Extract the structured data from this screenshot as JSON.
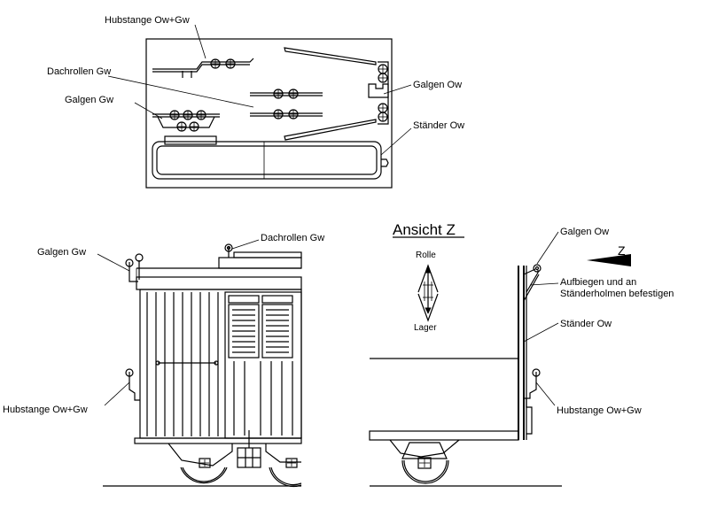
{
  "labels": {
    "hubstange_top": "Hubstange Ow+Gw",
    "dachrollen_top": "Dachrollen  Gw",
    "galgen_gw_top": "Galgen Gw",
    "galgen_ow_top": "Galgen Ow",
    "staender_ow_top": "Ständer Ow",
    "galgen_gw_left": "Galgen Gw",
    "dachrollen_left": "Dachrollen  Gw",
    "hubstange_left": "Hubstange Ow+Gw",
    "ansicht_z": "Ansicht Z",
    "rolle": "Rolle",
    "lager": "Lager",
    "galgen_ow_right": "Galgen Ow",
    "z_arrow": "Z",
    "aufbiegen_1": "Aufbiegen und an",
    "aufbiegen_2": "Ständerholmen befestigen",
    "staender_ow_right": "Ständer Ow",
    "hubstange_right": "Hubstange Ow+Gw"
  },
  "icons": {
    "arrow": "arrow-left-icon",
    "roller": "roller-wheel-icon"
  },
  "colors": {
    "ink": "#000000",
    "paper": "#ffffff"
  }
}
